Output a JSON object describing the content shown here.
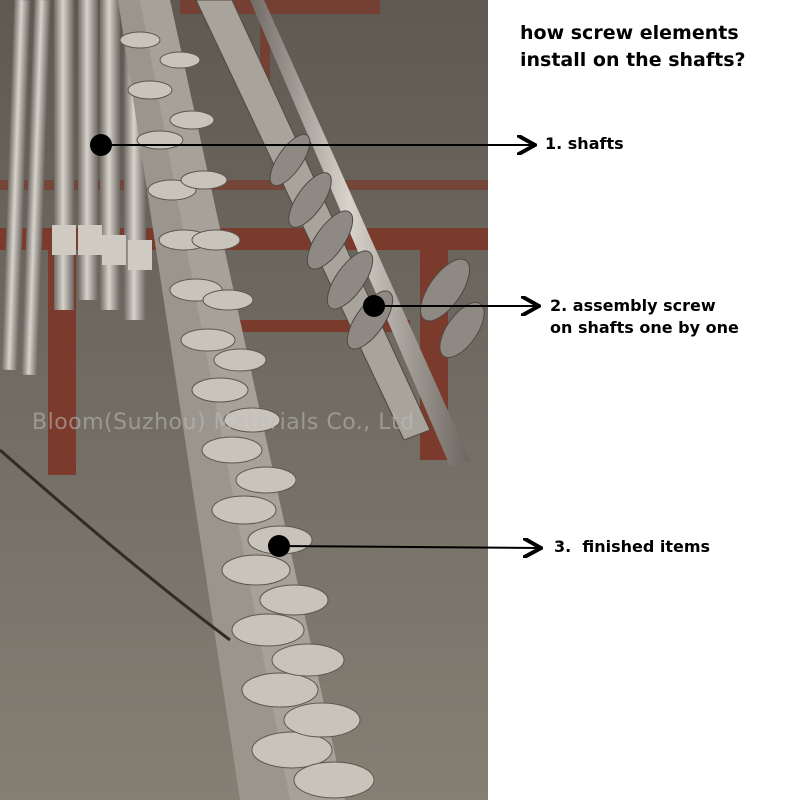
{
  "header": {
    "title": "how screw elements install on the shafts?"
  },
  "callouts": [
    {
      "label": "1. shafts"
    },
    {
      "label": "2. assembly screw on shafts one by one"
    },
    {
      "label": "3.  finished items"
    }
  ],
  "watermark": "Bloom(Suzhou) Materials Co., Ltd",
  "colors": {
    "marker": "#000000",
    "background": "#ffffff",
    "steel": "#a8a29a",
    "frame": "#7a3a2c"
  }
}
